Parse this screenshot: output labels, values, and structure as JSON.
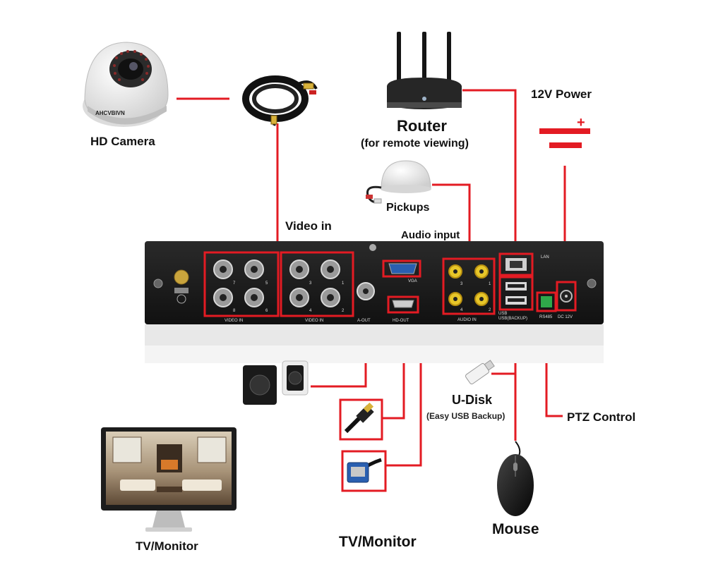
{
  "labels": {
    "hd_camera": "HD Camera",
    "router": "Router",
    "router_sub": "(for remote viewing)",
    "power": "12V Power",
    "pickups": "Pickups",
    "video_in": "Video in",
    "audio_input": "Audio input",
    "udisk": "U-Disk",
    "udisk_sub": "(Easy USB Backup)",
    "ptz": "PTZ Control",
    "mouse": "Mouse",
    "tv_monitor_left": "TV/Monitor",
    "tv_monitor_center": "TV/Monitor"
  },
  "camera_brand": "AHCVBIVN",
  "power_sign": "+",
  "panel": {
    "video_in_a": "VIDEO IN",
    "video_in_b": "VIDEO IN",
    "a_out": "A-OUT",
    "hd_out": "HD-OUT",
    "vga": "VGA",
    "audio_in": "AUDIO IN",
    "usb": "USB",
    "usb_backup": "USB(BACKUP)",
    "rs485": "RS485",
    "dc12v": "DC 12V",
    "lan": "LAN",
    "bnc_numbers_a": [
      "7",
      "5",
      "8",
      "6"
    ],
    "bnc_numbers_b": [
      "3",
      "1",
      "4",
      "2"
    ],
    "audio_numbers": [
      "3",
      "1",
      "4",
      "2"
    ]
  },
  "colors": {
    "connector": "#e31b23",
    "dvr_body": "#1c1c1c",
    "text": "#111111"
  }
}
